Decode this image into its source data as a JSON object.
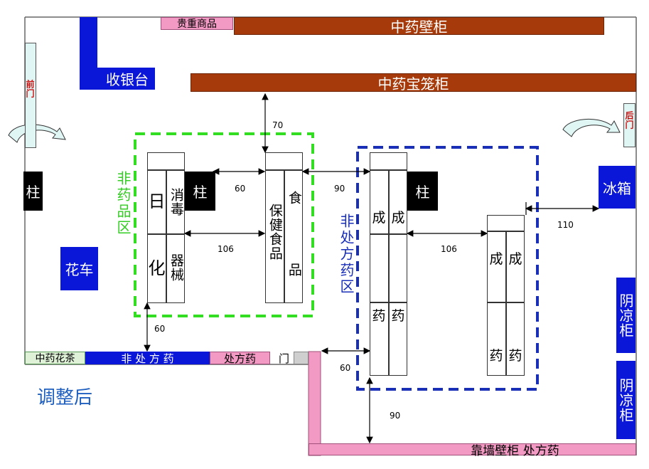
{
  "labels": {
    "chinese_medicine_wall_cabinet": "中药壁柜",
    "valuables": "贵重商品",
    "cashier": "收银台",
    "chinese_medicine_display_cabinet": "中药宝笼柜",
    "front_door": "前门",
    "back_door": "后门",
    "pillar": "柱",
    "refrigerator": "冰箱",
    "flower_cart": "花车",
    "non_drug_zone": "非药品区",
    "non_prescription_zone": "非处方药区",
    "daily_chem_1": "日",
    "daily_chem_2": "化",
    "disinfection": "消毒",
    "equipment": "器械",
    "health_food_1": "保健食品",
    "health_food_2": "食品",
    "patent_1": "成",
    "patent_2": "药",
    "herbal_tea": "中药花茶",
    "non_prescription_bar": "非 处 方 药",
    "prescription": "处方药",
    "gate": "门",
    "shade_cabinet": "阴凉柜",
    "wall_cabinet_prescription": "靠墙壁柜  处方药",
    "after_adjustment": "调整后"
  },
  "dimensions": {
    "d70": "70",
    "d60_top": "60",
    "d90_top": "90",
    "d106_left": "106",
    "d106_right": "106",
    "d110": "110",
    "d60_left": "60",
    "d60_bottom": "60",
    "d90_bottom": "90"
  },
  "colors": {
    "blue": "#0a16d8",
    "brown": "#a63a0a",
    "pink": "#f29ac3",
    "green_dashed": "#33dd22",
    "blue_dashed": "#1a2fb8",
    "door_red": "#cc1111",
    "light_cyan": "#dff6f4",
    "light_green": "#dff2d8",
    "caption_blue": "#1f5fc0"
  }
}
